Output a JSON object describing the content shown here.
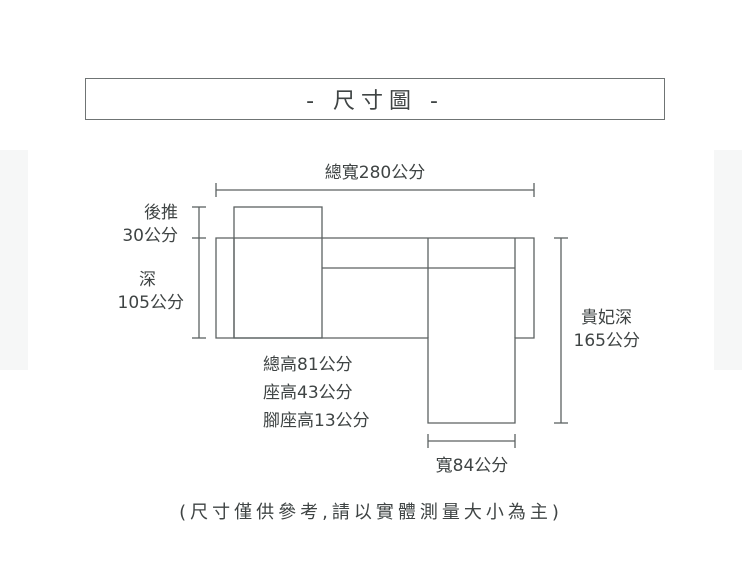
{
  "title": "- 尺寸圖 -",
  "labels": {
    "total_width": "總寬280公分",
    "back_tilt_line1": "後推",
    "back_tilt_line2": "30公分",
    "depth_line1": "深",
    "depth_line2": "105公分",
    "chaise_depth_line1": "貴妃深",
    "chaise_depth_line2": "165公分",
    "total_height": "總高81公分",
    "seat_height": "座高43公分",
    "leg_seat_height": "腳座高13公分",
    "chaise_width": "寬84公分"
  },
  "footer": "(尺寸僅供參考,請以實體測量大小為主)",
  "colors": {
    "line": "#5c6262",
    "text": "#3f4444",
    "frame": "#6f7474"
  }
}
